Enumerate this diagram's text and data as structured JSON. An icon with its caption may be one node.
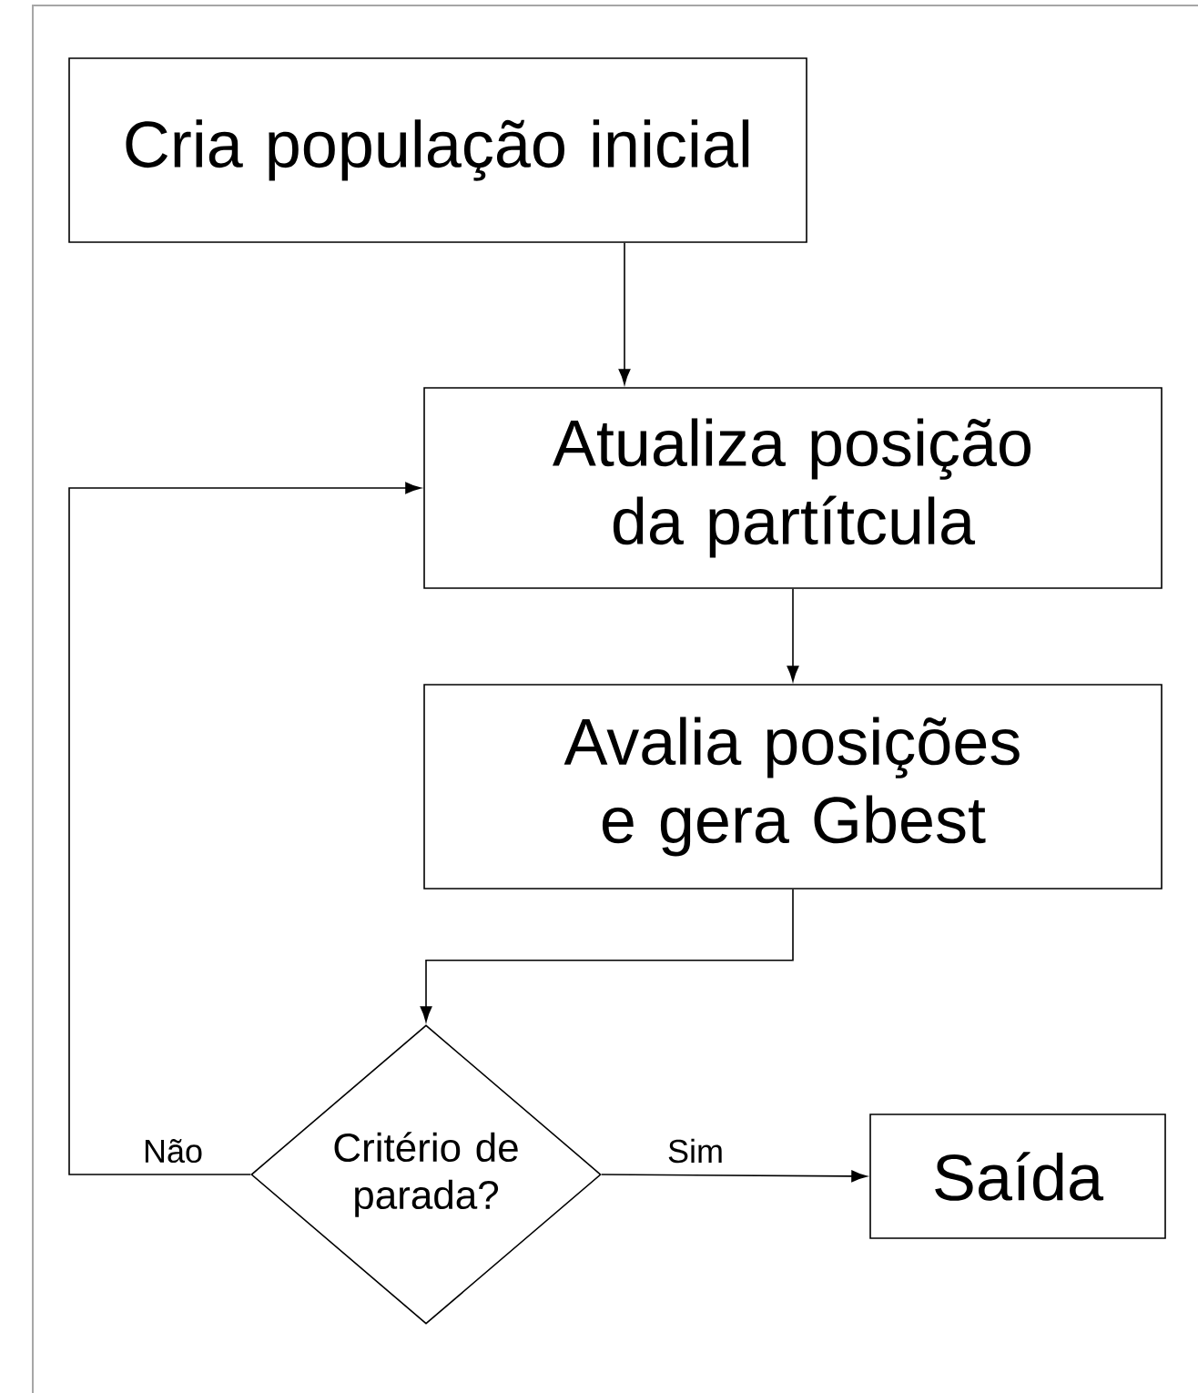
{
  "diagram": {
    "nodes": [
      {
        "text": [
          "Cria população inicial"
        ]
      },
      {
        "text": [
          "Atualiza posição da partítcula"
        ]
      },
      {
        "text": [
          "Avalia posições e gera Gbest"
        ]
      },
      {
        "text": [
          "Critério de parada?"
        ]
      },
      {
        "text": [
          "Saída"
        ]
      }
    ],
    "edges": [
      {
        "from": 0,
        "to": 1,
        "arrow": "to"
      },
      {
        "from": 1,
        "to": 2,
        "arrow": "to"
      },
      {
        "from": 2,
        "to": 3,
        "arrow": "to"
      },
      {
        "from": 3,
        "to": 4,
        "arrow": "to",
        "label": "Sim"
      },
      {
        "from": 3,
        "to": 1,
        "arrow": "to",
        "label": "Não"
      }
    ]
  }
}
